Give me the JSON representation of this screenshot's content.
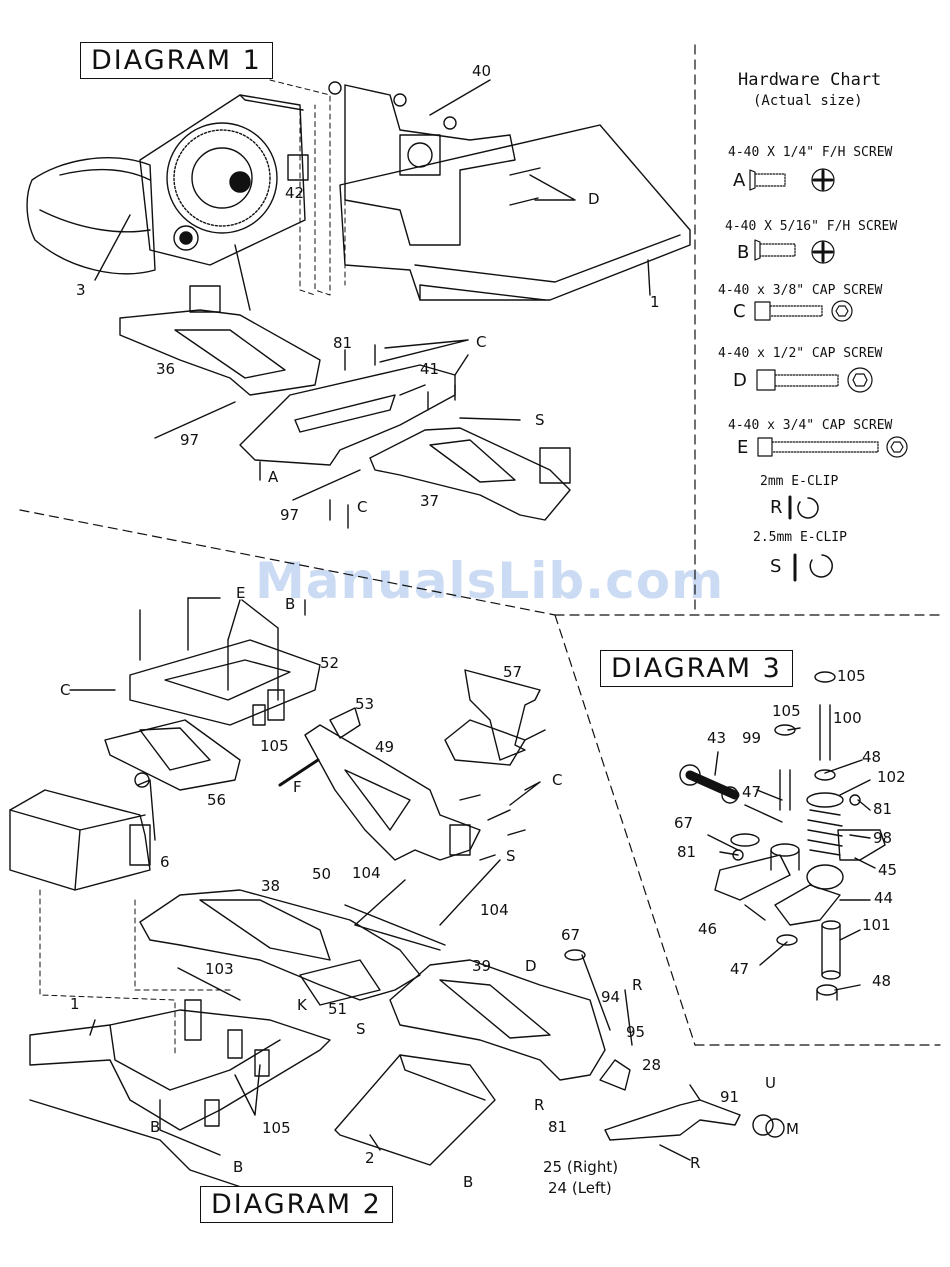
{
  "watermark": "ManualsLib.com",
  "diagrams": {
    "d1": "DIAGRAM 1",
    "d2": "DIAGRAM 2",
    "d3": "DIAGRAM 3"
  },
  "hardware_chart": {
    "title": "Hardware Chart",
    "subtitle": "(Actual size)",
    "items": [
      {
        "letter": "A",
        "desc": "4-40 X 1/4\" F/H SCREW"
      },
      {
        "letter": "B",
        "desc": "4-40 X 5/16\" F/H SCREW"
      },
      {
        "letter": "C",
        "desc": "4-40 x 3/8\" CAP SCREW"
      },
      {
        "letter": "D",
        "desc": "4-40 x 1/2\" CAP SCREW"
      },
      {
        "letter": "E",
        "desc": "4-40 x 3/4\" CAP SCREW"
      },
      {
        "letter": "R",
        "desc": "2mm E-CLIP"
      },
      {
        "letter": "S",
        "desc": "2.5mm E-CLIP"
      }
    ]
  },
  "callouts": {
    "d1": [
      "40",
      "42",
      "D",
      "3",
      "1",
      "36",
      "81",
      "C",
      "41",
      "S",
      "97",
      "A",
      "97",
      "C",
      "37"
    ],
    "d2": [
      "E",
      "B",
      "52",
      "C",
      "53",
      "57",
      "105",
      "F",
      "49",
      "C",
      "56",
      "6",
      "S",
      "38",
      "50",
      "104",
      "104",
      "67",
      "103",
      "K",
      "51",
      "39",
      "D",
      "R",
      "94",
      "S",
      "95",
      "1",
      "28",
      "R",
      "91",
      "U",
      "M",
      "81",
      "R",
      "105",
      "B",
      "2",
      "B",
      "B",
      "25 (Right)",
      "24 (Left)"
    ],
    "d3": [
      "105",
      "105",
      "100",
      "43",
      "99",
      "48",
      "102",
      "81",
      "47",
      "98",
      "67",
      "81",
      "45",
      "44",
      "46",
      "101",
      "47",
      "48"
    ]
  }
}
